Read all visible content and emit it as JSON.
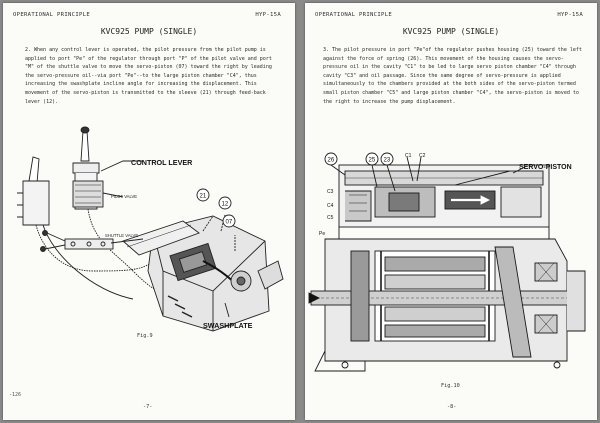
{
  "left_page": {
    "header_left": "OPERATIONAL PRINCIPLE",
    "header_right": "HYP-15A",
    "title": "KVC925 PUMP (SINGLE)",
    "paragraph": "2. When any control lever is operated, the pilot pressure from the pilot pump is applied to port \"Pe\" of the regulator through port \"P\" of the pilot valve and port \"M\" of the shuttle valve to move the servo-piston (07) toward the right by leading the servo-pressure oil--via port \"Pe\"--to the large piston chamber \"C4\", thus increasing the swashplate incline angle for increasing the displacement. This movement of the servo-piston is transmitted to the sleeve (21) through feed-back lever (12).",
    "labels": {
      "control_lever": "CONTROL LEVER",
      "pilot_valve": "PILOT VALVE",
      "shuttle_valve": "SHUTTLE VALVE",
      "swashplate": "SWASHPLATE",
      "callout_21": "21",
      "callout_12": "12",
      "callout_07": "07"
    },
    "fig_caption": "Fig.9",
    "page_number": "-7-",
    "corner_mark": "-126"
  },
  "right_page": {
    "header_left": "OPERATIONAL PRINCIPLE",
    "header_right": "HYP-15A",
    "title": "KVC925 PUMP (SINGLE)",
    "paragraph": "3. The pilot pressure in port \"Pe\"of the regulator pushes housing (25) toward the left against the force of spring (26). This movement of the housing causes the servo-pressure oil in the cavity \"C1\" to be led to large servo piston chamber \"C4\" through cavity \"C3\" and oil passage. Since the same degree of servo-pressure is applied simultaneously to the chambers provided at the both sides of the servo-piston termed small piston chamber \"C5\" and large piston chamber \"C4\", the servo-piston is moved to the right to increase the pump displacement.",
    "labels": {
      "callout_26": "26",
      "callout_25": "25",
      "callout_23": "23",
      "c1": "C1",
      "c2": "C2",
      "c3": "C3",
      "c4": "C4",
      "c5": "C5",
      "pe": "Pe",
      "servo_piston": "SERVO-PISTON"
    },
    "fig_caption": "Fig.10",
    "page_number": "-8-"
  },
  "colors": {
    "background": "#8a8a8a",
    "paper": "#fbfbf8",
    "ink": "#222222"
  }
}
